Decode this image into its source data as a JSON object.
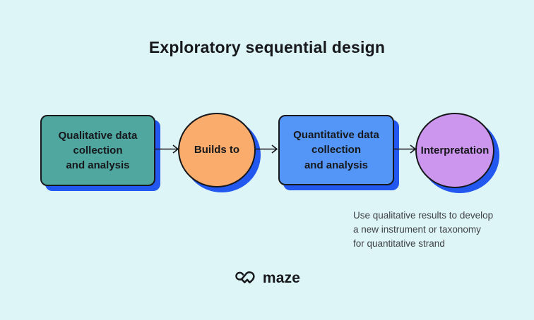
{
  "title": "Exploratory sequential design",
  "flow": {
    "steps": [
      {
        "label": "Qualitative data\ncollection\nand analysis",
        "shape": "rectangle",
        "color": "#4FA7A0"
      },
      {
        "label": "Builds to",
        "shape": "circle",
        "color": "#F9AC6B"
      },
      {
        "label": "Quantitative data\ncollection\nand analysis",
        "shape": "rectangle",
        "color": "#5396F8"
      },
      {
        "label": "Interpretation",
        "shape": "circle",
        "color": "#CD96EE"
      }
    ]
  },
  "note": "Use qualitative results to develop\na new instrument or taxonomy\nfor quantitative strand",
  "logo": {
    "text": "maze"
  },
  "colors": {
    "background": "#DEF5F8",
    "shape_shadow": "#2257F0",
    "shape_outline": "#17181C",
    "title_text": "#17181C",
    "note_text": "#3E4247"
  }
}
